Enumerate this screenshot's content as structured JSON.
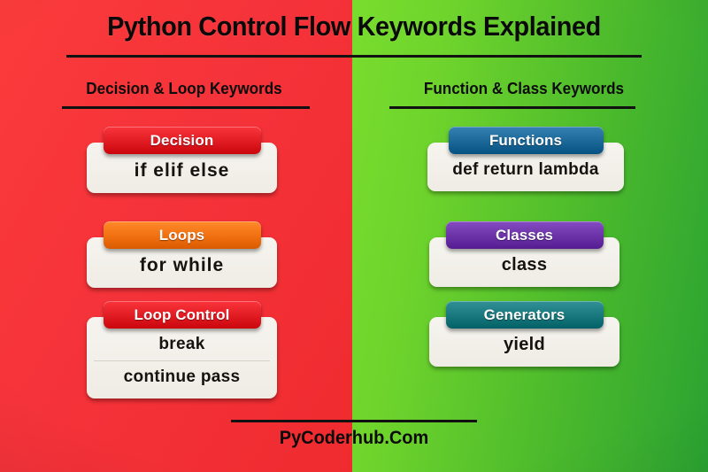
{
  "poster": {
    "title": "Python Control Flow Keywords Explained",
    "footer": "PyCoderhub.Com",
    "colors": {
      "left_background": "#f5333a",
      "right_background": "#6fd42c",
      "card_body": "#f2efe9",
      "title_text": "#0a0a0a"
    }
  },
  "columns": [
    {
      "heading": "Decision & Loop Keywords",
      "cards": [
        {
          "badge": "Decision",
          "badge_color": "#e01b22",
          "rows": [
            "if   elif   else"
          ]
        },
        {
          "badge": "Loops",
          "badge_color": "#f07010",
          "rows": [
            "for    while"
          ]
        },
        {
          "badge": "Loop Control",
          "badge_color": "#e01b22",
          "rows": [
            "break",
            "continue   pass"
          ]
        }
      ]
    },
    {
      "heading": "Function & Class Keywords",
      "cards": [
        {
          "badge": "Functions",
          "badge_color": "#1b6898",
          "rows": [
            "def  return  lambda"
          ]
        },
        {
          "badge": "Classes",
          "badge_color": "#6b32a8",
          "rows": [
            "class"
          ]
        },
        {
          "badge": "Generators",
          "badge_color": "#17777c",
          "rows": [
            "yield"
          ]
        }
      ]
    }
  ]
}
